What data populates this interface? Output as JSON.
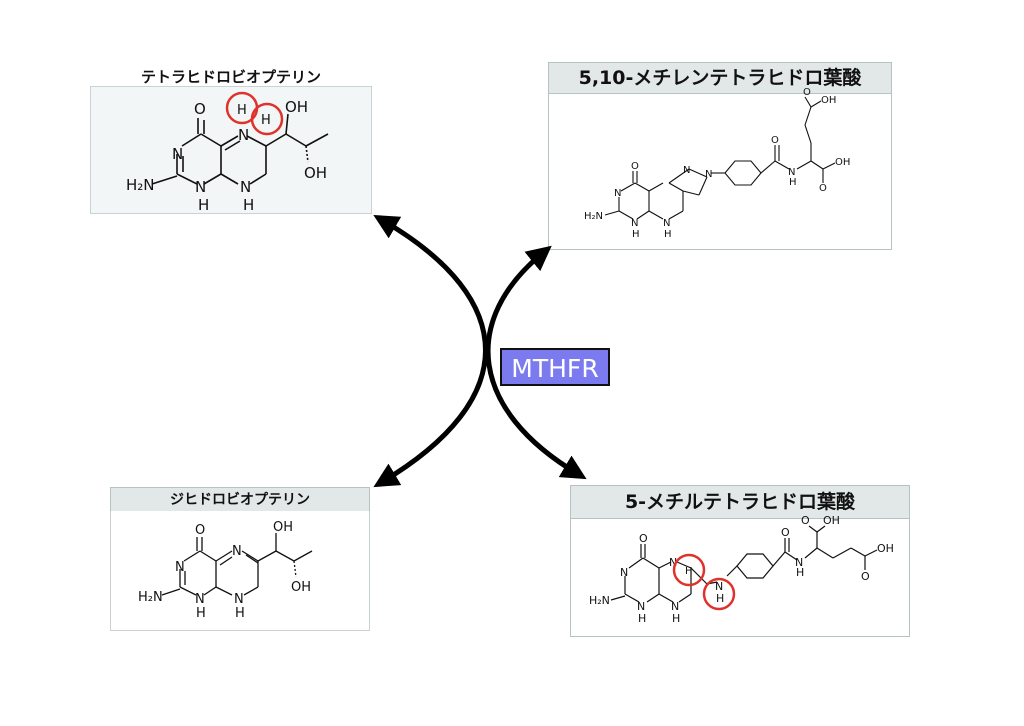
{
  "panels": {
    "bh4": {
      "title": "テトラヒドロビオプテリン"
    },
    "methylene_thf": {
      "title": "5,10-メチレンテトラヒドロ葉酸"
    },
    "bh2": {
      "title": "ジヒドロビオプテリン"
    },
    "methyl_thf": {
      "title": "5-メチルテトラヒドロ葉酸"
    }
  },
  "enzyme": {
    "label": "MTHFR",
    "color": "#7b7bef"
  },
  "atom_labels": {
    "O": "O",
    "N": "N",
    "H": "H",
    "NH2": "H₂N",
    "OH": "OH",
    "NH": "N",
    "COOH": "OH"
  },
  "colors": {
    "highlight": "#e0322c",
    "arrow": "#000000",
    "titlebar": "#e2e8e8"
  }
}
